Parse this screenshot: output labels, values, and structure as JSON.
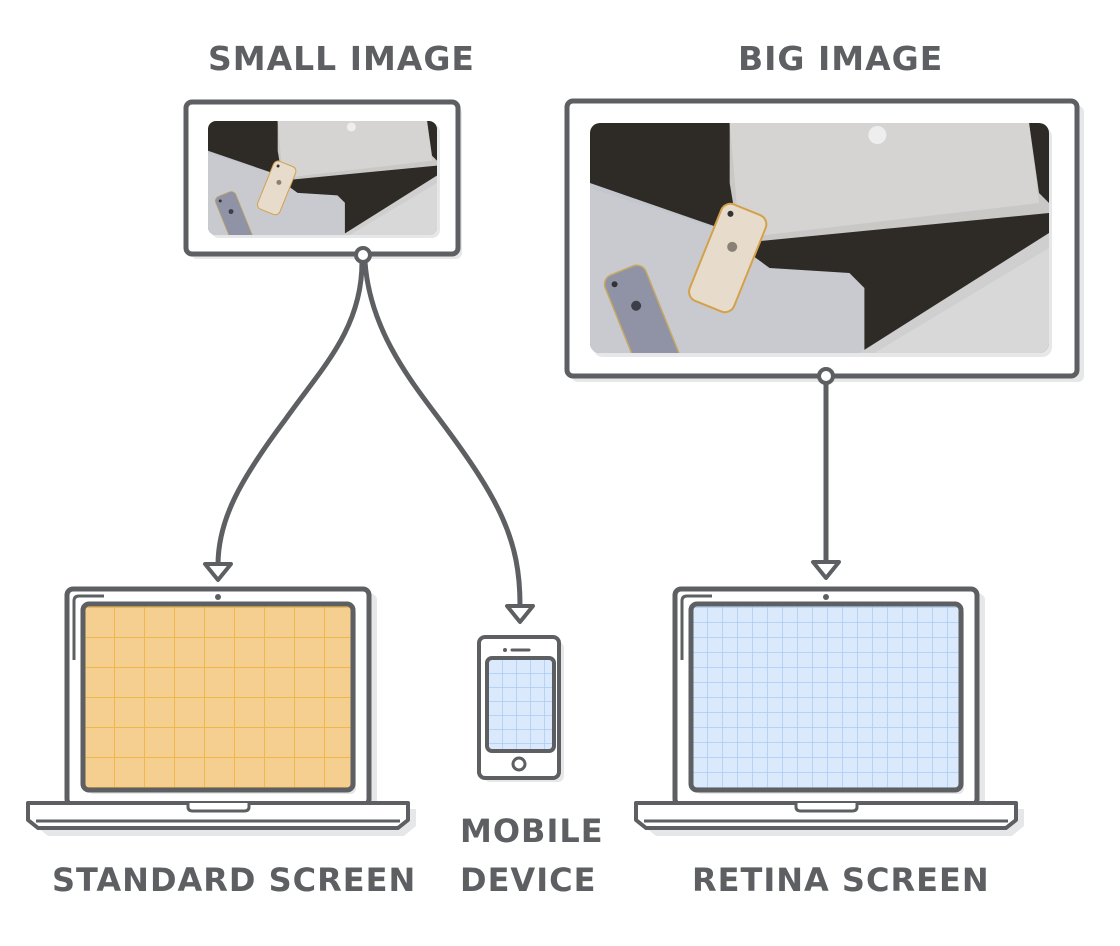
{
  "labels": {
    "small_image": "SMALL IMAGE",
    "big_image": "BIG IMAGE",
    "standard_screen": "STANDARD SCREEN",
    "mobile_device_line1": "MOBILE",
    "mobile_device_line2": "DEVICE",
    "retina_screen": "RETINA SCREEN"
  },
  "colors": {
    "stroke": "#5d5f62",
    "shadow": "#e6e7e8",
    "standard_screen_fill": "#f5cf8f",
    "standard_grid": "#f0b84a",
    "retina_screen_fill": "#dbe9fc",
    "retina_grid": "#a9cbf5"
  },
  "grids": {
    "standard_screen": {
      "columns": 9,
      "rows": 6
    },
    "retina_screen": {
      "columns": 18,
      "rows": 12
    },
    "mobile_screen": {
      "columns": 4,
      "rows": 6
    }
  },
  "images": {
    "small_image": {
      "subject": "photo of MacBooks and iPhones on dark table"
    },
    "big_image": {
      "subject": "photo of MacBooks and iPhones on dark table"
    }
  }
}
